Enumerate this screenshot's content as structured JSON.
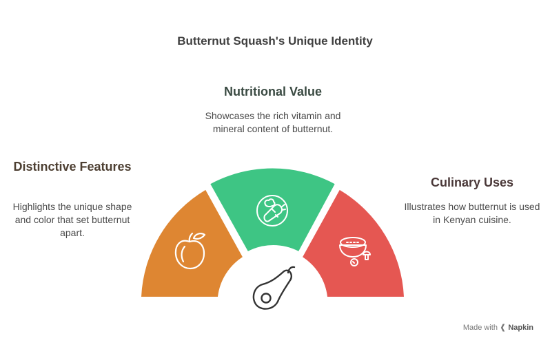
{
  "title": "Butternut Squash's Unique Identity",
  "segments": {
    "nutritional": {
      "heading": "Nutritional Value",
      "description": "Showcases the rich vitamin and mineral content of butternut.",
      "color": "#3EC584",
      "icon": "vegetables-icon"
    },
    "distinctive": {
      "heading": "Distinctive Features",
      "description": "Highlights the unique shape and color that set butternut apart.",
      "color": "#DE8632",
      "icon": "peach-icon"
    },
    "culinary": {
      "heading": "Culinary Uses",
      "description": "Illustrates how butternut is used in Kenyan cuisine.",
      "color": "#E55752",
      "icon": "soup-bowl-icon"
    }
  },
  "center_icon": "butternut-squash-icon",
  "footer": {
    "made_with": "Made with",
    "brand": "Napkin"
  }
}
